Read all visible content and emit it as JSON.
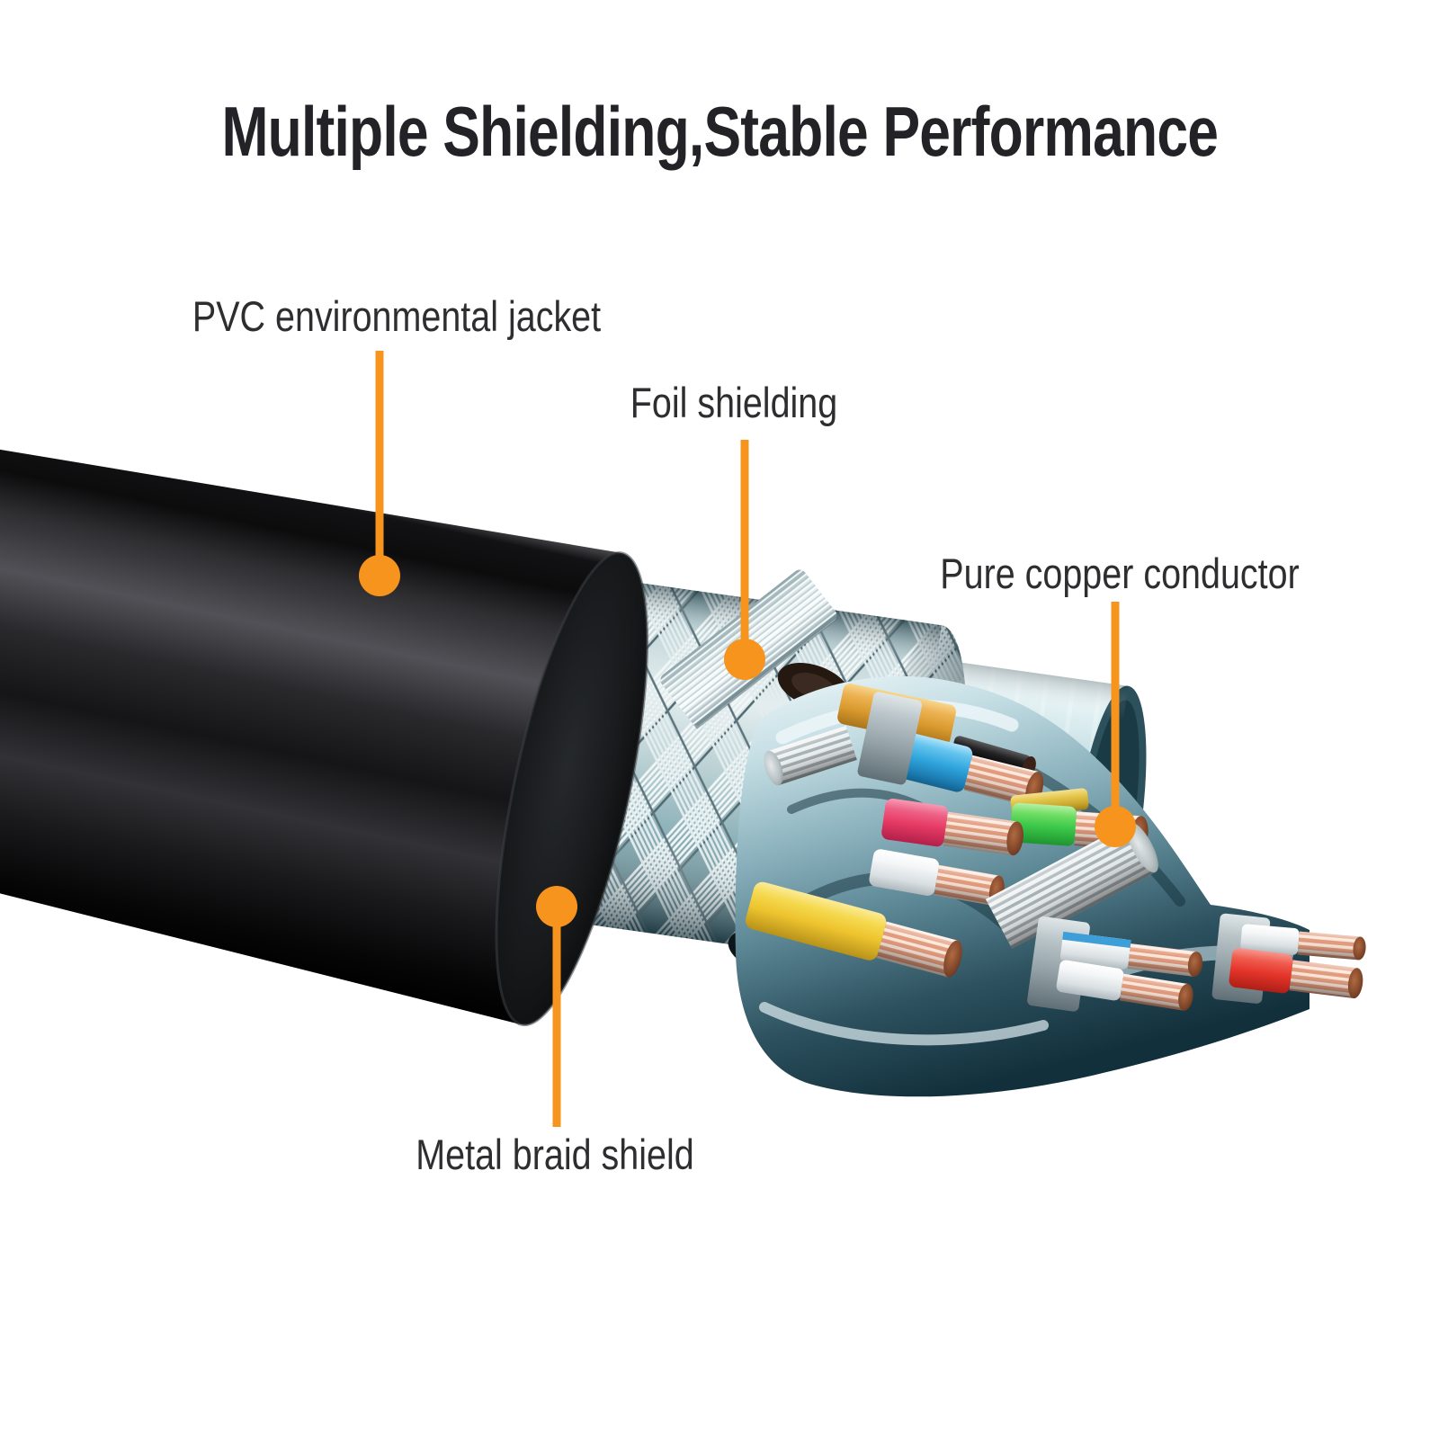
{
  "title": {
    "text": "Multiple Shielding,Stable Performance",
    "color": "#232327"
  },
  "colors": {
    "accent": "#F7941D",
    "label_text": "#2E2E31",
    "background": "#FFFFFF"
  },
  "callouts": [
    {
      "id": "pvc-jacket",
      "label": "PVC environmental jacket"
    },
    {
      "id": "foil-shielding",
      "label": "Foil shielding"
    },
    {
      "id": "copper-conductor",
      "label": "Pure copper conductor"
    },
    {
      "id": "metal-braid",
      "label": "Metal braid shield"
    }
  ]
}
